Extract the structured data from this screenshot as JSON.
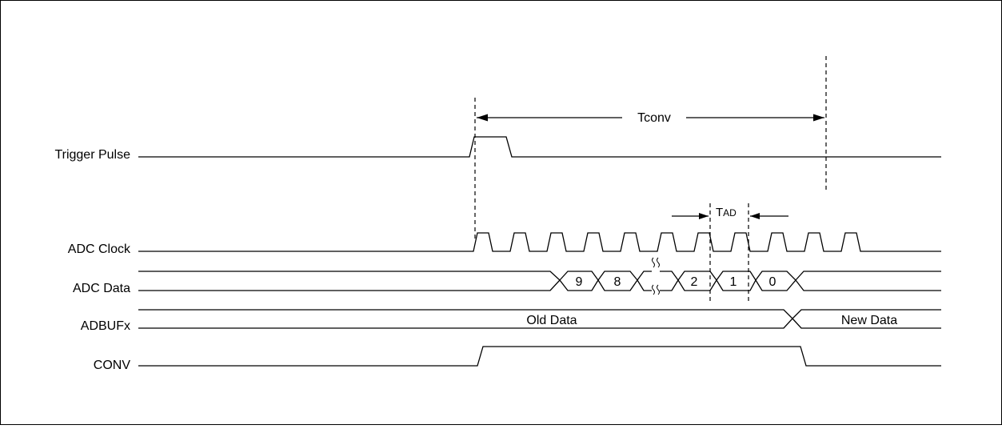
{
  "colors": {
    "line": "#000000",
    "background": "#ffffff"
  },
  "signals": {
    "trigger": "Trigger Pulse",
    "clock": "ADC Clock",
    "data": "ADC Data",
    "buf": "ADBUFx",
    "conv": "CONV"
  },
  "annotations": {
    "tconv": "Tconv",
    "tad_main": "T",
    "tad_sub": "AD"
  },
  "data_bits": [
    "9",
    "8",
    "2",
    "1",
    "0"
  ],
  "buffer": {
    "old": "Old Data",
    "new": "New Data"
  }
}
